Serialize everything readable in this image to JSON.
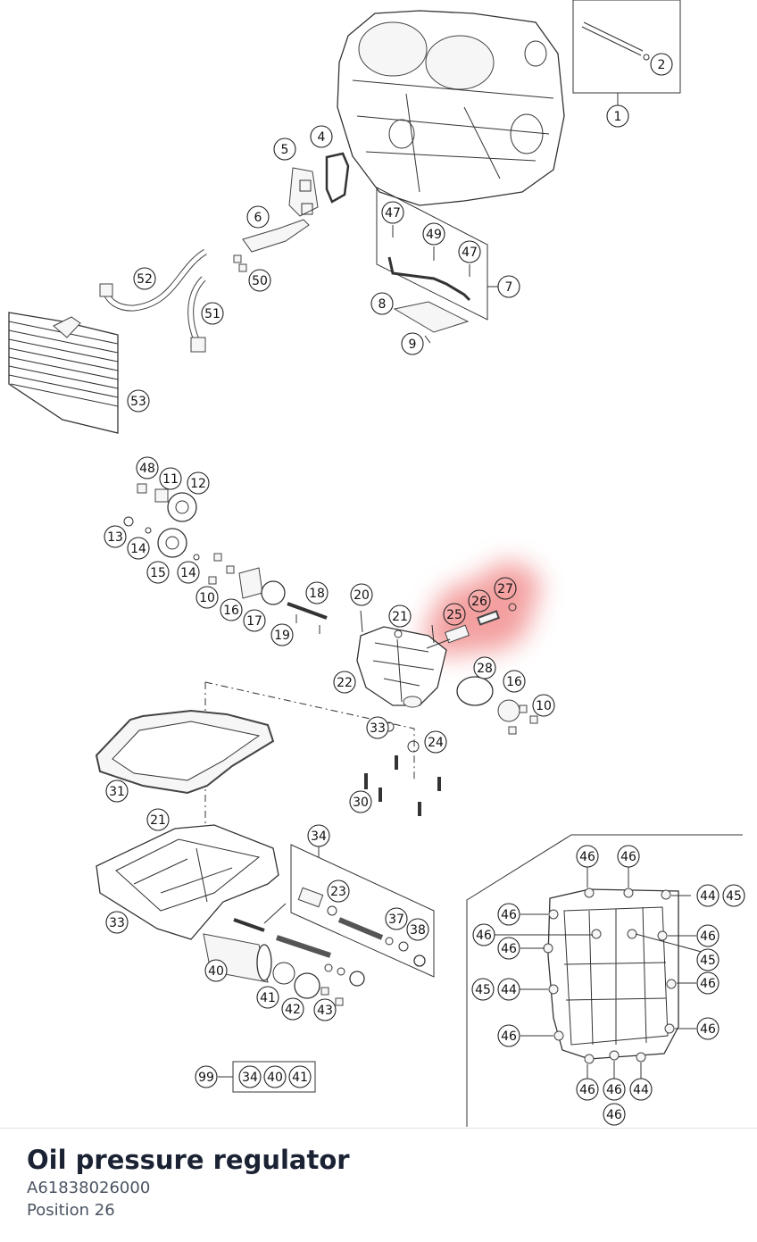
{
  "part": {
    "title": "Oil pressure regulator",
    "number": "A61838026000",
    "position": "Position 26"
  },
  "highlight": {
    "color": "#f08080",
    "callouts": [
      "25",
      "26",
      "27"
    ]
  },
  "callouts": [
    "1",
    "2",
    "4",
    "5",
    "6",
    "47",
    "49",
    "47",
    "7",
    "52",
    "50",
    "51",
    "8",
    "9",
    "53",
    "48",
    "11",
    "12",
    "13",
    "14",
    "15",
    "14",
    "10",
    "16",
    "17",
    "18",
    "19",
    "20",
    "21",
    "25",
    "26",
    "27",
    "22",
    "28",
    "16",
    "10",
    "33",
    "24",
    "31",
    "30",
    "21",
    "34",
    "23",
    "37",
    "38",
    "33",
    "40",
    "41",
    "42",
    "43",
    "99",
    "34",
    "40",
    "41",
    "46",
    "46",
    "44",
    "45",
    "46",
    "46",
    "46",
    "46",
    "45",
    "46",
    "45",
    "44",
    "46",
    "46",
    "46",
    "46",
    "44",
    "46",
    "45"
  ]
}
